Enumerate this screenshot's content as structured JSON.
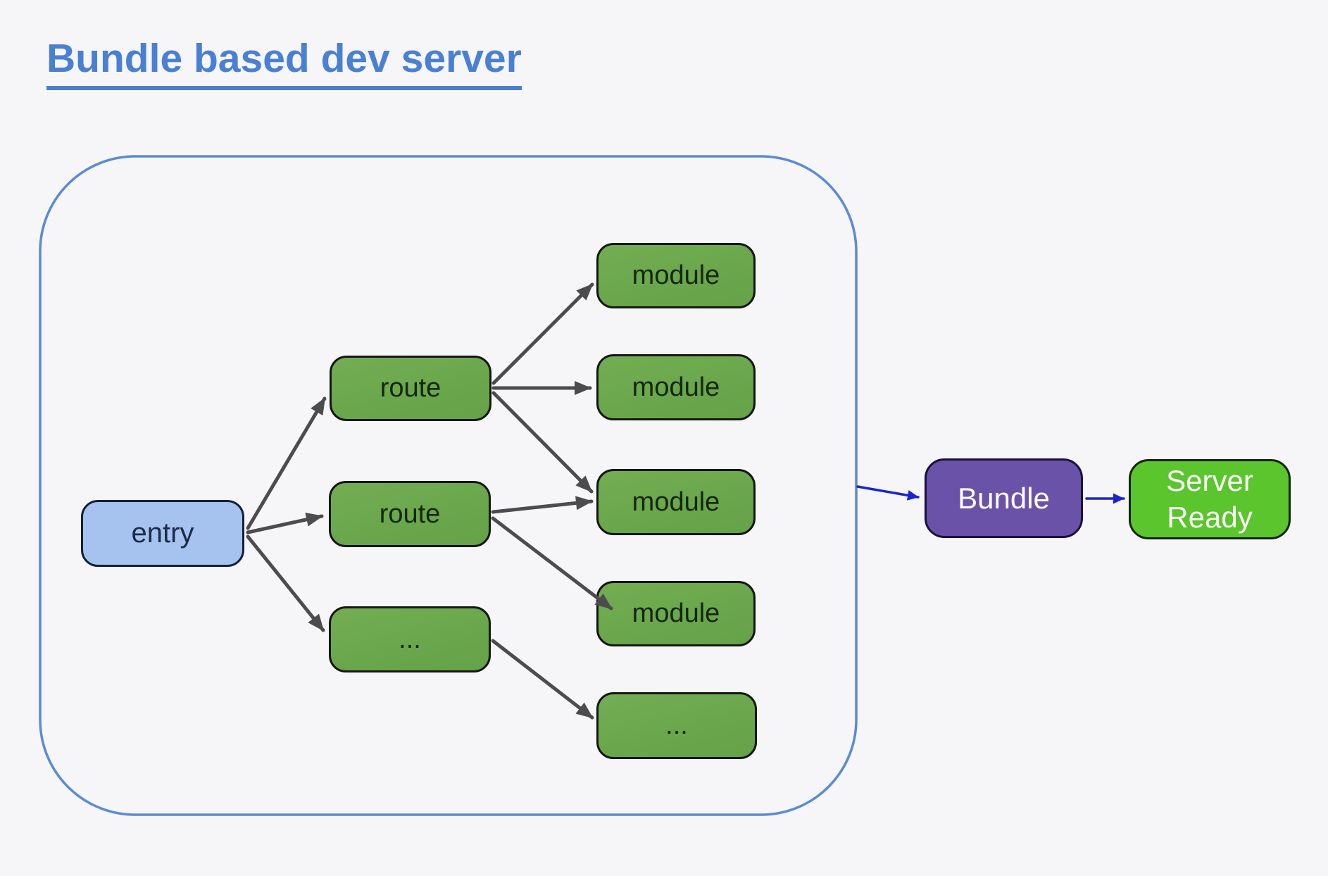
{
  "title": "Bundle based dev server",
  "diagram": {
    "nodes": {
      "entry": {
        "label": "entry"
      },
      "route_1": {
        "label": "route"
      },
      "route_2": {
        "label": "route"
      },
      "more_routes": {
        "label": "..."
      },
      "module_1": {
        "label": "module"
      },
      "module_2": {
        "label": "module"
      },
      "module_3": {
        "label": "module"
      },
      "module_4": {
        "label": "module"
      },
      "more_modules": {
        "label": "..."
      },
      "bundle": {
        "label": "Bundle"
      },
      "server_ready": {
        "label": "Server Ready"
      }
    },
    "edges": [
      {
        "from": "entry",
        "to": "route_1",
        "style": "dark"
      },
      {
        "from": "entry",
        "to": "route_2",
        "style": "dark"
      },
      {
        "from": "entry",
        "to": "more_routes",
        "style": "dark"
      },
      {
        "from": "route_1",
        "to": "module_1",
        "style": "dark"
      },
      {
        "from": "route_1",
        "to": "module_2",
        "style": "dark"
      },
      {
        "from": "route_1",
        "to": "module_3",
        "style": "dark"
      },
      {
        "from": "route_2",
        "to": "module_3",
        "style": "dark"
      },
      {
        "from": "route_2",
        "to": "module_4",
        "style": "dark"
      },
      {
        "from": "more_routes",
        "to": "more_modules",
        "style": "dark"
      },
      {
        "from": "dev_server_boundary",
        "to": "bundle",
        "style": "blue"
      },
      {
        "from": "bundle",
        "to": "server_ready",
        "style": "blue"
      }
    ],
    "colors": {
      "background": "#f6f6f8",
      "title_blue": "#4a80d4",
      "boundary_blue": "#5b8ad6",
      "node_green": "#6aa74c",
      "entry_blue": "#a5c3ee",
      "bundle_purple": "#6a52a8",
      "server_ready_green": "#5ac52c",
      "dark_arrow": "#4c4c4c",
      "blue_arrow": "#1c24d2"
    }
  }
}
